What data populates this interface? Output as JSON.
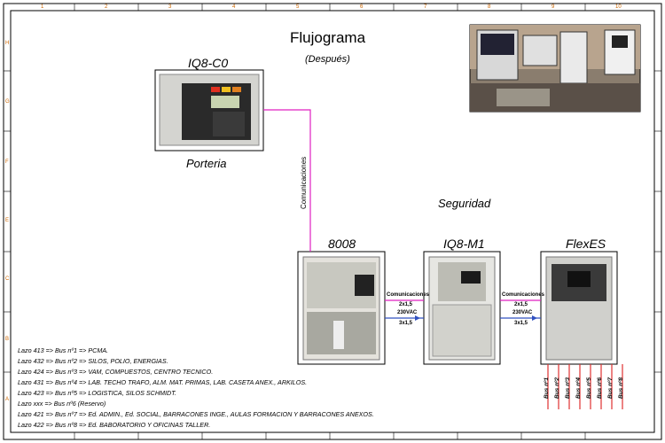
{
  "title": "Flujograma",
  "subtitle": "(Después)",
  "zone_label": "Seguridad",
  "ruler_numbers": [
    "1",
    "2",
    "3",
    "4",
    "5",
    "6",
    "7",
    "8",
    "9",
    "10"
  ],
  "ruler_letters": [
    "H",
    "G",
    "F",
    "E",
    "C",
    "B",
    "A"
  ],
  "devices": {
    "porteria": {
      "model": "IQ8-C0",
      "caption": "Porteria"
    },
    "d8008": {
      "model": "8008"
    },
    "m1": {
      "model": "IQ8-M1"
    },
    "flex": {
      "model": "FlexES"
    }
  },
  "links": {
    "vertical_label": "Comunicaciones",
    "comm1": "Comunicaciones",
    "comm1_spec": "2x1,5",
    "pwr1": "230VAC",
    "pwr1_spec": "3x1,5",
    "comm2": "Comunicaciones",
    "comm2_spec": "2x1,5",
    "pwr2": "230VAC",
    "pwr2_spec": "3x1,5"
  },
  "buses": [
    "Bus nº1",
    "Bus nº2",
    "Bus nº3",
    "Bus nº4",
    "Bus nº5",
    "Bus nº6",
    "Bus nº7",
    "Bus nº8"
  ],
  "legend": [
    "Lazo 413 => Bus nº1 => PCMA.",
    "Lazo 432 => Bus nº2 => SILOS, POLIO, ENERGIAS.",
    "Lazo 424 => Bus nº3 => VAM, COMPUESTOS, CENTRO TECNICO.",
    "Lazo 431 => Bus nº4 => LAB. TECHO TRAFO, ALM. MAT. PRIMAS, LAB. CASETA ANEX., ARKILOS.",
    "Lazo 423 => Bus nº5 => LOGISTICA, SILOS SCHMIDT.",
    "Lazo xxx => Bus nº6 (Reservo)",
    "Lazo 421 => Bus nº7 => Ed. ADMIN., Ed. SOCIAL, BARRACONES INGE., AULAS FORMACION Y BARRACONES ANEXOS.",
    "Lazo 422 => Bus nº8 => Ed. BABORATORIO Y OFICINAS TALLER."
  ],
  "colors": {
    "comm_line": "#e020c0",
    "power_line": "#3050c0",
    "bus_line": "#e03030",
    "ruler": "#cc6600"
  }
}
